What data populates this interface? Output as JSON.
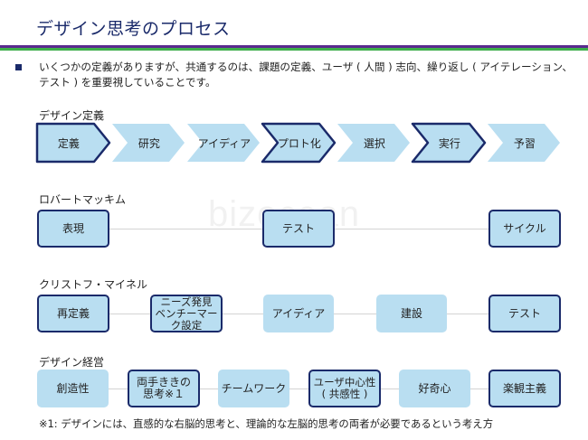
{
  "title": "デザイン思考のプロセス",
  "intro": "いくつかの定義がありますが、共通するのは、課題の定義、ユーザ ( 人間 ) 志向、繰り返し ( アイテレーション、テスト ) を重要視していることです。",
  "sections": {
    "design_definition": {
      "label": "デザイン定義",
      "steps": [
        "定義",
        "研究",
        "アイディア",
        "プロト化",
        "選択",
        "実行",
        "予習"
      ]
    },
    "robert_mckim": {
      "label": "ロバートマッキム",
      "items": [
        "表現",
        "テスト",
        "サイクル"
      ]
    },
    "christoph_meinel": {
      "label": "クリストフ・マイネル",
      "items": [
        "再定義",
        "ニーズ発見\nベンチーマーク設定",
        "アイディア",
        "建設",
        "テスト"
      ]
    },
    "design_management": {
      "label": "デザイン経営",
      "items": [
        "創造性",
        "両手ききの\n思考※１",
        "チームワーク",
        "ユーザ中心性\n( 共感性 )",
        "好奇心",
        "楽観主義"
      ]
    }
  },
  "footnote": "※1: デザインには、直感的な右脳的思考と、理論的な左脳的思考の両者が必要であるという考え方",
  "watermark": "bizocean",
  "colors": {
    "box_fill": "#b9def1",
    "box_border": "#1a2a6a",
    "title": "#1a2a6a",
    "rule_purple": "#5a2a8e",
    "rule_green": "#3fae4b"
  }
}
